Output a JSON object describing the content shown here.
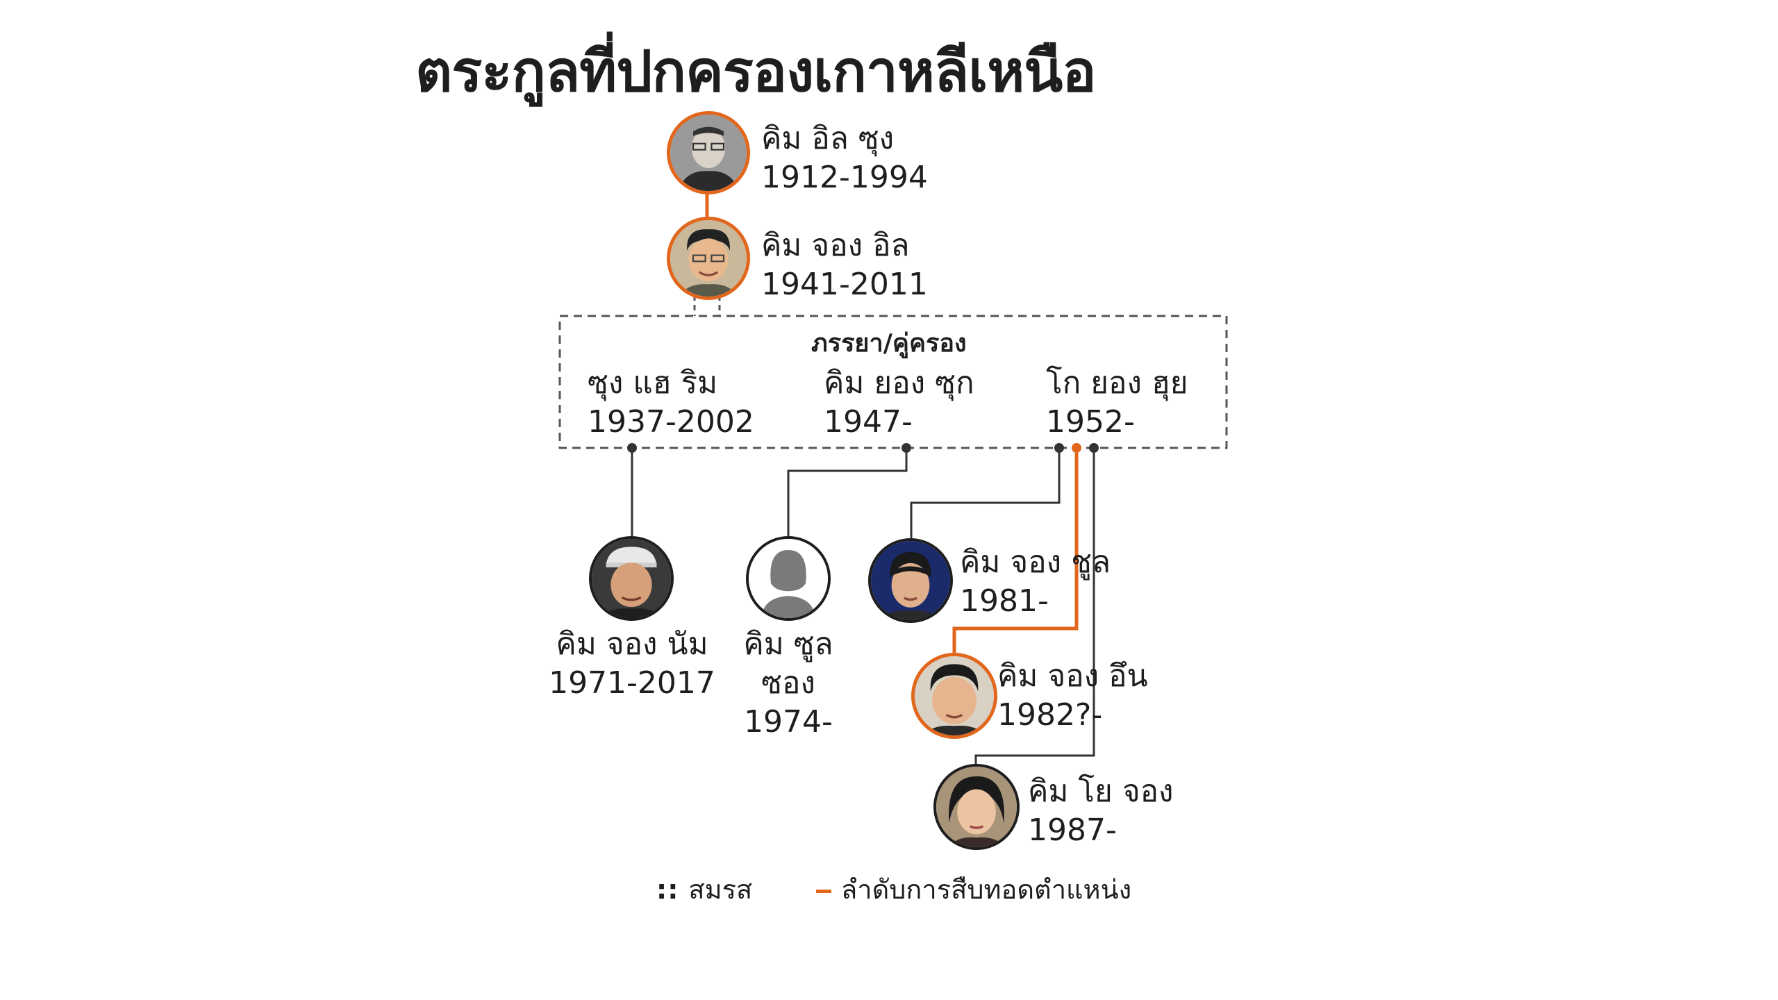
{
  "title": "ตระกูลที่ปกครองเกาหลีเหนือ",
  "colors": {
    "succession": "#e2661c",
    "line": "#333333",
    "dash": "#555555"
  },
  "people": {
    "kim_il_sung": {
      "name": "คิม อิล ซุง",
      "years": "1912-1994"
    },
    "kim_jong_il": {
      "name": "คิม จอง อิล",
      "years": "1941-2011"
    },
    "kim_jong_nam": {
      "name": "คิม จอง นัม",
      "years": "1971-2017"
    },
    "kim_sul_song": {
      "name_line1": "คิม ซูล",
      "name_line2": "ซอง",
      "years": "1974-"
    },
    "kim_jong_chul": {
      "name": "คิม จอง ชูล",
      "years": "1981-"
    },
    "kim_jong_un": {
      "name": "คิม จอง อึน",
      "years": "1982?-"
    },
    "kim_yo_jong": {
      "name": "คิม โย จอง",
      "years": "1987-"
    }
  },
  "partners": {
    "heading": "ภรรยา/คู่ครอง",
    "items": [
      {
        "name": "ซุง แฮ ริม",
        "years": "1937-2002"
      },
      {
        "name": "คิม ยอง ซุก",
        "years": "1947-"
      },
      {
        "name": "โก ยอง ฮุย",
        "years": "1952-"
      }
    ]
  },
  "legend": {
    "dash_mark": "::",
    "dash_label": "สมรส",
    "orange_label": "ลำดับการสืบทอดตำแหน่ง"
  },
  "icons": {
    "kim_il_sung_photo": "portrait-icon",
    "kim_jong_il_photo": "portrait-icon",
    "kim_jong_nam_photo": "portrait-icon",
    "kim_sul_song_photo": "silhouette-icon",
    "kim_jong_chul_photo": "portrait-icon",
    "kim_jong_un_photo": "portrait-icon",
    "kim_yo_jong_photo": "portrait-icon"
  }
}
